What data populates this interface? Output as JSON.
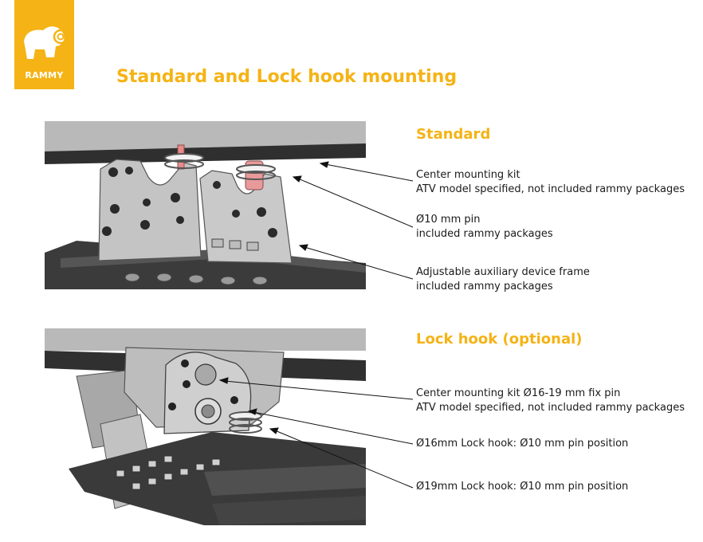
{
  "logo": {
    "text": "RAMMY",
    "color": "#f5b315"
  },
  "title": "Standard and Lock hook mounting",
  "sections": [
    {
      "heading": "Standard",
      "callouts": [
        {
          "line1": "Center mounting kit",
          "line2": "ATV model specified, not included rammy packages"
        },
        {
          "line1": "Ø10 mm pin",
          "line2": "included rammy packages"
        },
        {
          "line1": "Adjustable auxiliary device frame",
          "line2": "included rammy packages"
        }
      ]
    },
    {
      "heading": "Lock hook (optional)",
      "callouts": [
        {
          "line1": "Center mounting kit Ø16-19 mm fix pin",
          "line2": "ATV model specified, not included rammy packages"
        },
        {
          "line1": "Ø16mm Lock hook: Ø10 mm pin position"
        },
        {
          "line1": "Ø19mm Lock hook: Ø10 mm pin position"
        }
      ]
    }
  ],
  "colors": {
    "accent": "#f5b315",
    "text": "#1a1a1a",
    "metal": "#b4b4b4",
    "dark": "#2e2e2e",
    "pin": "#e88a8a"
  }
}
